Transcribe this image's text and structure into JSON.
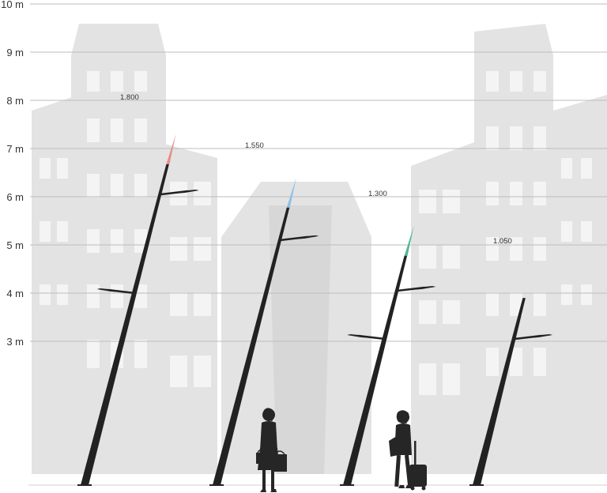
{
  "scale": {
    "unit": "m",
    "levels": [
      {
        "value": 3,
        "label": "3 m"
      },
      {
        "value": 4,
        "label": "4 m"
      },
      {
        "value": 5,
        "label": "5 m"
      },
      {
        "value": 6,
        "label": "6 m"
      },
      {
        "value": 7,
        "label": "7 m"
      },
      {
        "value": 8,
        "label": "8 m"
      },
      {
        "value": 9,
        "label": "9 m"
      },
      {
        "value": 10,
        "label": "10 m"
      }
    ]
  },
  "poles": [
    {
      "label": "1.800",
      "height_m": 7.3,
      "tip_color": "#e88a8a"
    },
    {
      "label": "1.550",
      "height_m": 6.4,
      "tip_color": "#8cc0e6"
    },
    {
      "label": "1.300",
      "height_m": 5.4,
      "tip_color": "#52b89a"
    },
    {
      "label": "1.050",
      "height_m": 3.9,
      "tip_color": ""
    }
  ],
  "colors": {
    "pole": "#222222",
    "gridline": "#bdbdbd",
    "background_buildings": "#e3e3e3",
    "people": "#262626"
  },
  "figures": [
    "woman-with-shopping-bags",
    "woman-with-rolling-suitcase"
  ]
}
